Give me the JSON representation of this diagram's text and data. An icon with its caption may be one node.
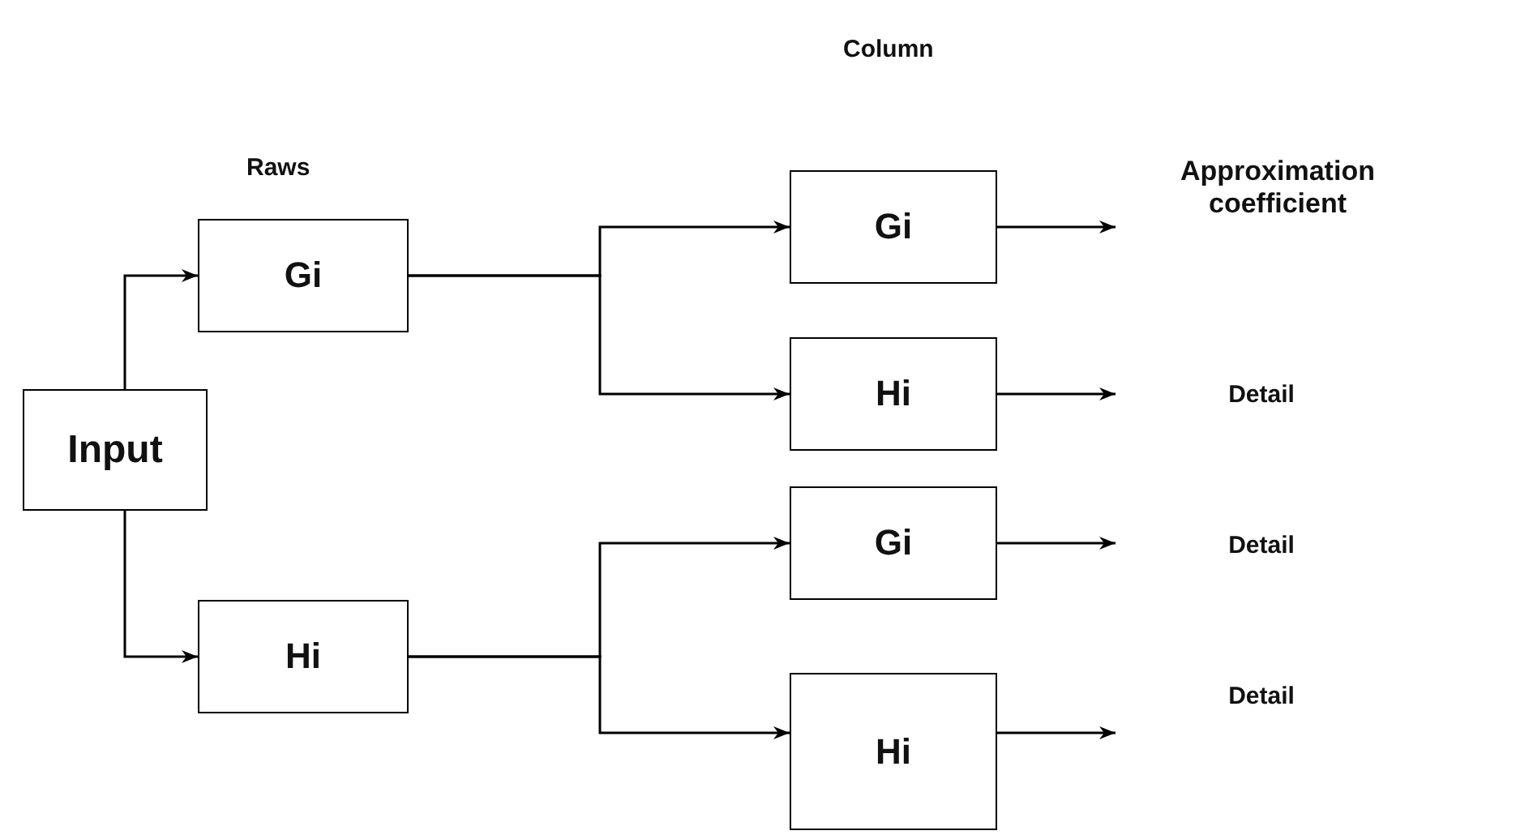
{
  "diagram": {
    "nodes": [
      {
        "text": [
          "Input"
        ]
      },
      {
        "text": [
          "Gi"
        ]
      },
      {
        "text": [
          "Hi"
        ]
      },
      {
        "text": [
          "Gi"
        ]
      },
      {
        "text": [
          "Hi"
        ]
      },
      {
        "text": [
          "Gi"
        ]
      },
      {
        "text": [
          "Hi"
        ]
      },
      {
        "text": [
          "Approximation coefficient"
        ]
      },
      {
        "text": [
          "Detail"
        ]
      },
      {
        "text": [
          "Detail"
        ]
      },
      {
        "text": [
          "Detail"
        ]
      }
    ],
    "edges": [
      {
        "from": 0,
        "to": 1,
        "arrow": "to"
      },
      {
        "from": 0,
        "to": 2,
        "arrow": "to"
      },
      {
        "from": 1,
        "to": 3,
        "arrow": "to"
      },
      {
        "from": 1,
        "to": 4,
        "arrow": "to"
      },
      {
        "from": 2,
        "to": 5,
        "arrow": "to"
      },
      {
        "from": 2,
        "to": 6,
        "arrow": "to"
      },
      {
        "from": 3,
        "to": 7,
        "arrow": "to"
      },
      {
        "from": 4,
        "to": 8,
        "arrow": "to"
      },
      {
        "from": 5,
        "to": 9,
        "arrow": "to"
      },
      {
        "from": 6,
        "to": 10,
        "arrow": "to"
      }
    ],
    "labels": [
      "Column",
      "Raws"
    ]
  }
}
